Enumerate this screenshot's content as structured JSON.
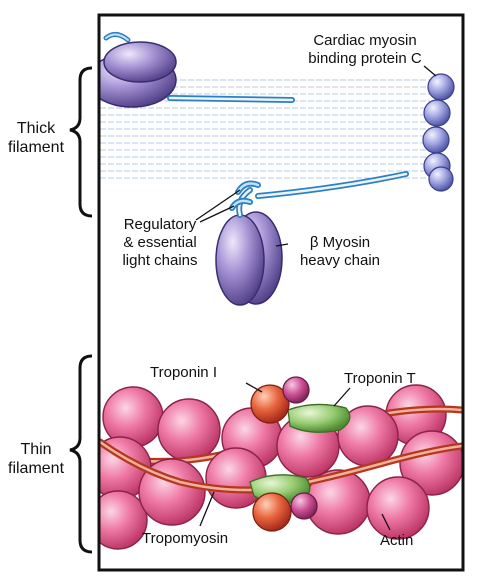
{
  "side_labels": {
    "thick": [
      "Thick",
      "filament"
    ],
    "thin": [
      "Thin",
      "filament"
    ]
  },
  "labels": {
    "mybpc": [
      "Cardiac myosin",
      "binding protein C"
    ],
    "light_chains": [
      "Regulatory",
      "& essential",
      "light chains"
    ],
    "heavy_chain": [
      "β Myosin",
      "heavy chain"
    ],
    "troponin_i": "Troponin I",
    "troponin_t": "Troponin T",
    "tropomyosin": "Tropomyosin",
    "actin": "Actin"
  },
  "colors": {
    "frame": "#111111",
    "myosin_head": "#8a78c0",
    "myosin_head_light": "#d8d0f0",
    "light_chain": "#5fb6e6",
    "thick_lines": "#a9c3e6",
    "mybpc_bead": "#8e92d8",
    "actin": "#e8508a",
    "actin_light": "#f7b6cf",
    "tropomyosin": "#e97d5a",
    "troponin_i": "#e0593c",
    "troponin_t": "#8ec46a",
    "troponin_c": "#c84a8c"
  }
}
